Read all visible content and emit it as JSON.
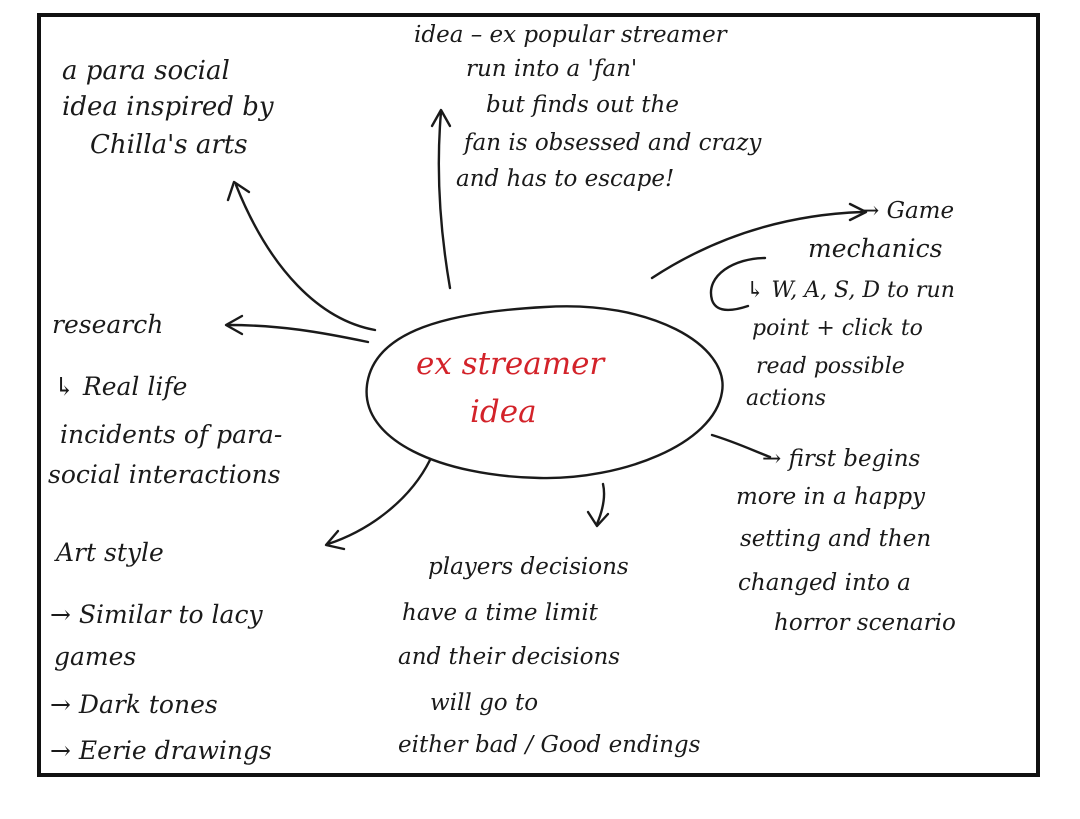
{
  "center": {
    "line1": "ex streamer",
    "line2": "idea",
    "color": "#d3232a"
  },
  "notes": {
    "parasocial": [
      "a para social",
      "idea inspired by",
      "Chilla's arts"
    ],
    "idea": [
      "idea – ex popular streamer",
      "run into a 'fan'",
      "but finds out the",
      "fan is obsessed and crazy",
      "and has to escape!"
    ],
    "mechanics_title": [
      "→ Game",
      "mechanics"
    ],
    "mechanics_body": [
      "↳ W, A, S, D to run",
      "point + click to",
      "read possible",
      "actions"
    ],
    "research": [
      "research",
      "↳ Real life",
      "incidents of para-",
      "social interactions"
    ],
    "first": [
      "→ first begins",
      "more in a happy",
      "setting and then",
      "changed into a",
      "horror scenario"
    ],
    "players": [
      "players decisions",
      "have a time limit",
      "and their decisions",
      "will go to",
      "either bad / Good endings"
    ],
    "artstyle": [
      "Art style",
      "→ Similar to lacy",
      "games",
      "→ Dark tones",
      "→ Eerie drawings"
    ]
  },
  "colors": {
    "ink": "#1a1a1a",
    "accent": "#d3232a",
    "frame": "#111111"
  }
}
